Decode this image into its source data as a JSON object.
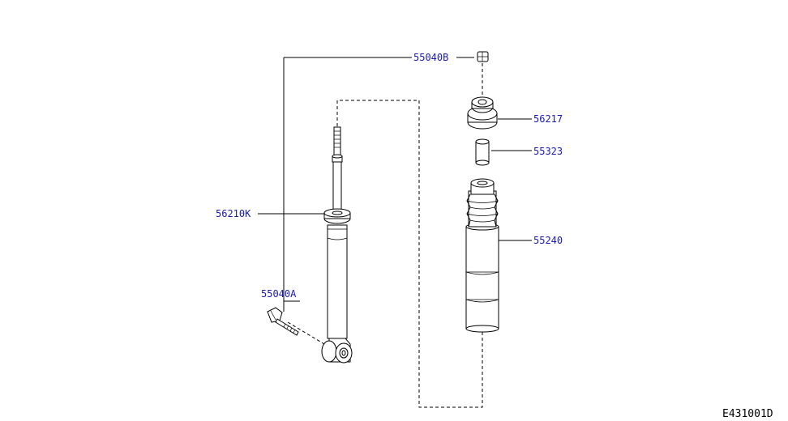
{
  "diagram": {
    "id_code": "E431001D",
    "part_labels": {
      "nut_top": "55040B",
      "mount_insulator": "56217",
      "bushing_spacer": "55323",
      "bound_bumper": "55240",
      "shock_absorber": "56210K",
      "lower_bolt": "55040A"
    },
    "colors": {
      "label_text": "#1a1ab4",
      "line": "#000000",
      "background": "#ffffff"
    }
  }
}
